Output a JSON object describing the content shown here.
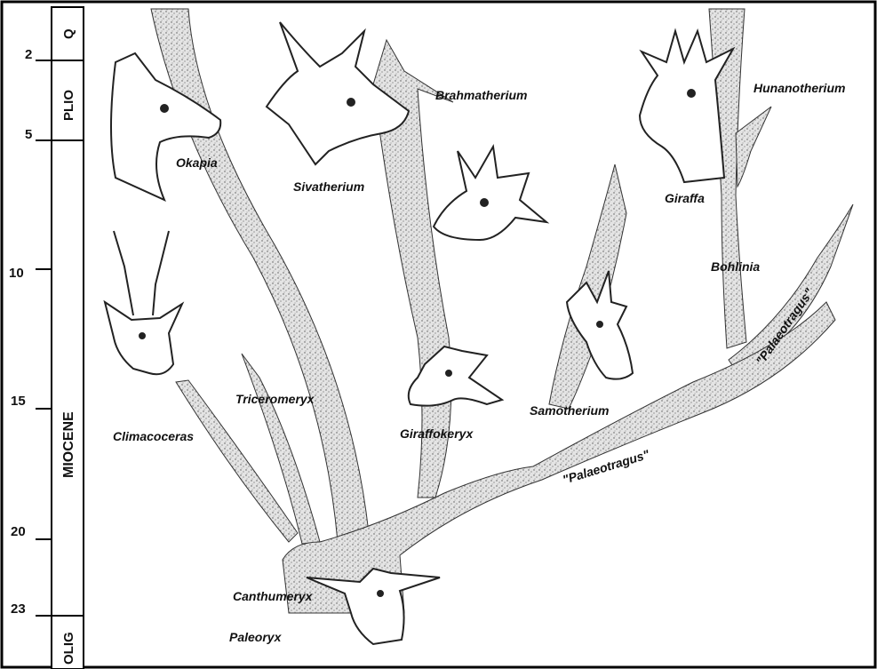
{
  "time_scale": {
    "ticks": [
      "2",
      "5",
      "10",
      "15",
      "20",
      "23"
    ],
    "epochs": [
      "Q",
      "PLIO",
      "MIOCENE",
      "OLIG"
    ]
  },
  "taxa": {
    "okapia": "Okapia",
    "sivatherium": "Sivatherium",
    "brahmatherium": "Brahmatherium",
    "hunanotherium": "Hunanotherium",
    "giraffa": "Giraffa",
    "bohlinia": "Bohlinia",
    "palaeotragus_upper": "\"Palaeotragus\"",
    "palaeotragus_lower": "\"Palaeotragus\"",
    "samotherium": "Samotherium",
    "giraffokeryx": "Giraffokeryx",
    "triceromeryx": "Triceromeryx",
    "climacoceras": "Climacoceras",
    "canthumeryx": "Canthumeryx",
    "paleoryx": "Paleoryx"
  }
}
